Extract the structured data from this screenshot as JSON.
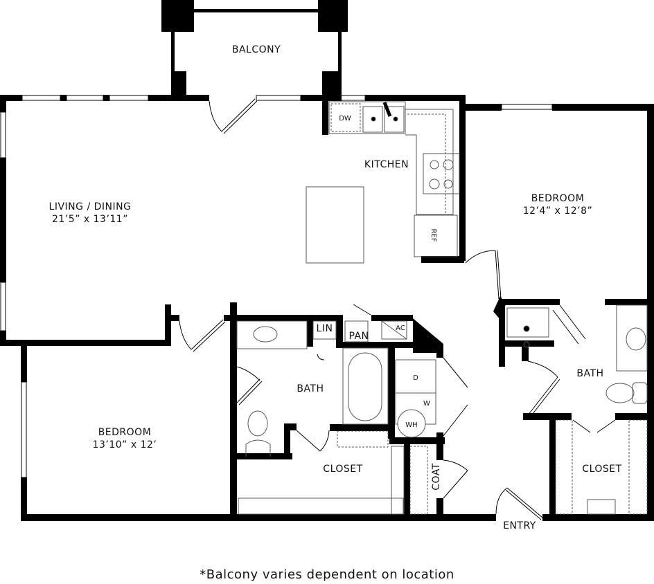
{
  "plan": {
    "rooms": [
      {
        "id": "balcony",
        "name": "BALCONY",
        "dims": ""
      },
      {
        "id": "living",
        "name": "LIVING / DINING",
        "dims": "21’5” x 13’11”"
      },
      {
        "id": "kitchen",
        "name": "KITCHEN",
        "dims": ""
      },
      {
        "id": "bedroom1",
        "name": "BEDROOM",
        "dims": "12’4” x 12’8”"
      },
      {
        "id": "bedroom2",
        "name": "BEDROOM",
        "dims": "13’10” x 12’"
      },
      {
        "id": "bath1",
        "name": "BATH",
        "dims": ""
      },
      {
        "id": "bath2",
        "name": "BATH",
        "dims": ""
      },
      {
        "id": "closet1",
        "name": "CLOSET",
        "dims": ""
      },
      {
        "id": "closet2",
        "name": "CLOSET",
        "dims": ""
      },
      {
        "id": "coat",
        "name": "COAT",
        "dims": ""
      },
      {
        "id": "entry",
        "name": "ENTRY",
        "dims": ""
      }
    ],
    "fixtures": {
      "dishwasher": "DW",
      "refrigerator": "REF",
      "linen": "LIN",
      "pantry": "PAN",
      "ac": "AC",
      "dryer": "D",
      "washer": "W",
      "water_heater": "WH"
    },
    "footnote": "*Balcony varies dependent on location",
    "colors": {
      "wall": "#000000",
      "fixture_line": "#555555",
      "background": "#ffffff"
    }
  }
}
